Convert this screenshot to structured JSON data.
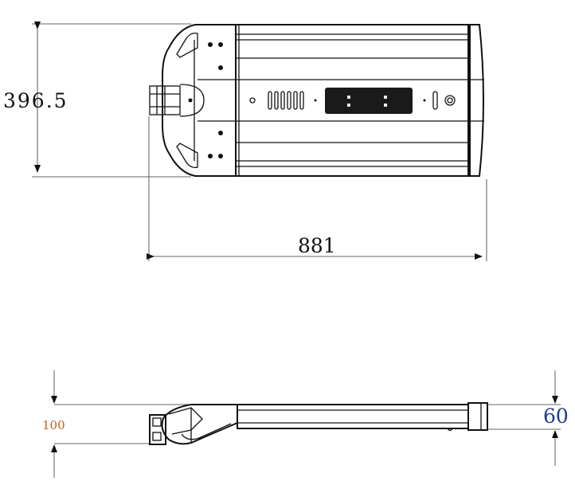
{
  "top_view": {
    "width_label": "396.5",
    "length_label": "881"
  },
  "side_view": {
    "height_left_label": "100",
    "height_right_label": "60"
  },
  "colors": {
    "line": "#111111",
    "label_100": "#b5651d",
    "label_60": "#1f3b8a"
  }
}
